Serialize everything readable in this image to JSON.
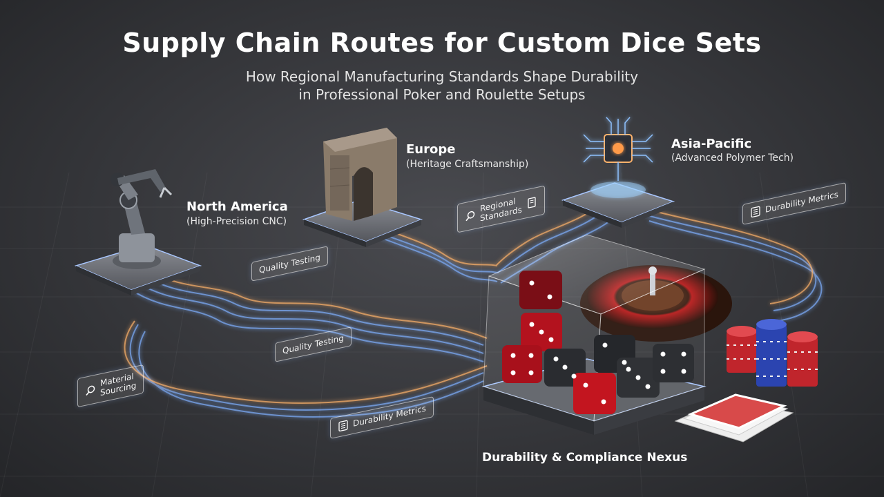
{
  "title": "Supply Chain Routes for Custom Dice Sets",
  "subtitle_line1": "How Regional Manufacturing Standards Shape Durability",
  "subtitle_line2": "in Professional Poker and Roulette Setups",
  "regions": {
    "north_america": {
      "name": "North America",
      "desc": "(High-Precision CNC)",
      "icon": "robot-arm-icon"
    },
    "europe": {
      "name": "Europe",
      "desc": "(Heritage Craftsmanship)",
      "icon": "stone-arch-icon"
    },
    "asia_pacific": {
      "name": "Asia-Pacific",
      "desc": "(Advanced Polymer Tech)",
      "icon": "microchip-icon"
    }
  },
  "tags": {
    "material_sourcing": "Material\nSourcing",
    "quality_testing_1": "Quality Testing",
    "quality_testing_2": "Quality Testing",
    "durability_metrics_1": "Durability Metrics",
    "durability_metrics_2": "Durability Metrics",
    "regional_standards": "Regional\nStandards"
  },
  "hub": {
    "label": "Durability & Compliance Nexus",
    "icon": "dice-case-icon"
  },
  "colors": {
    "route_blue": "#7fb0ff",
    "route_orange": "#ffb36b",
    "dice_red": "#b3121e",
    "dice_black": "#2a2c30",
    "chip_red": "#c0252c",
    "chip_blue": "#2b44b0"
  }
}
